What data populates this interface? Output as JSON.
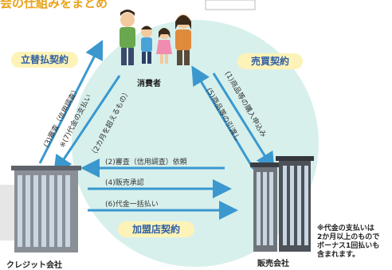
{
  "title_partial": "会の仕組みをまとめ",
  "center_bg_color": "#d7f0ec",
  "accent_arrow_color": "#3a98cf",
  "pill_bg_color": "#fdf3b8",
  "pill_text_color": "#2f5fa3",
  "top": {
    "consumer_label": "消費者"
  },
  "left": {
    "contract_label": "立替払契約",
    "flows": [
      "(3)審査（信用調査）",
      "※(7)代金の支払い",
      "（2カ月を超えるもの）"
    ]
  },
  "right": {
    "contract_label": "売買契約",
    "flows": [
      "(1)商品等の購入申込み",
      "(5)商品等の引渡し"
    ]
  },
  "bottom": {
    "flows": [
      "(2)審査（信用調査）依頼",
      "(4)販売承認",
      "(6)代金一括払い"
    ],
    "contract_label": "加盟店契約",
    "credit_company_label": "クレジット会社",
    "seller_label": "販売会社",
    "note": [
      "※代金の支払いは",
      "2か月以上のもので",
      "ボーナス1回払いも",
      "含まれます。"
    ]
  }
}
